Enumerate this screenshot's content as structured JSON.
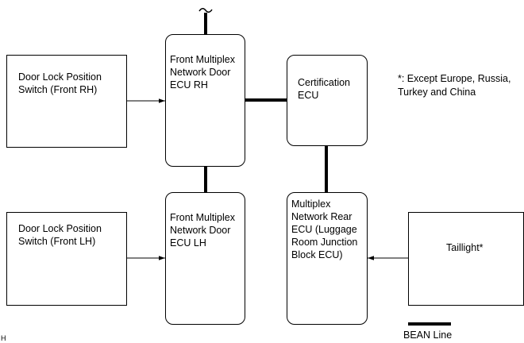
{
  "blocks": {
    "door_lock_rh": "Door Lock Position\nSwitch (Front RH)",
    "door_lock_lh": "Door Lock Position\nSwitch (Front LH)",
    "front_door_ecu_rh": "Front Multiplex\nNetwork Door\nECU RH",
    "front_door_ecu_lh": "Front Multiplex\nNetwork Door\nECU LH",
    "certification_ecu": "Certification\nECU",
    "rear_ecu": "Multiplex\nNetwork Rear\nECU (Luggage\nRoom Junction\nBlock ECU)",
    "taillight": "Taillight*"
  },
  "note": "*: Except Europe, Russia,\nTurkey and China",
  "legend": {
    "bean_line": "BEAN Line"
  },
  "corner_mark": "H",
  "colors": {
    "line": "#000000",
    "background": "#ffffff"
  }
}
